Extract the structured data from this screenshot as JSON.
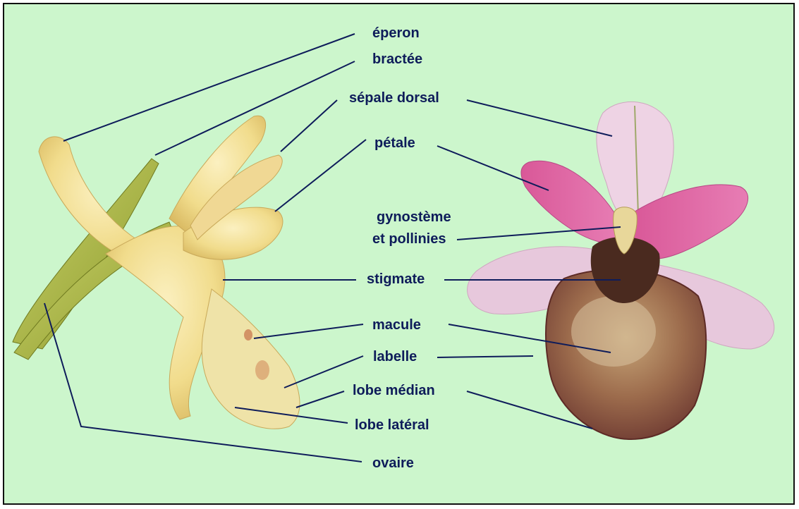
{
  "labels": {
    "eperon": "éperon",
    "bractee": "bractée",
    "sepale_dorsal": "sépale dorsal",
    "petale": "pétale",
    "gynosteme_line1": "gynostème",
    "gynosteme_line2": "et pollinies",
    "stigmate": "stigmate",
    "macule": "macule",
    "labelle": "labelle",
    "lobe_median": "lobe médian",
    "lobe_lateral": "lobe latéral",
    "ovaire": "ovaire"
  },
  "colors": {
    "background": "#ccf6cc",
    "label_text": "#0e1c5a",
    "leader_line": "#0e1c5a"
  }
}
